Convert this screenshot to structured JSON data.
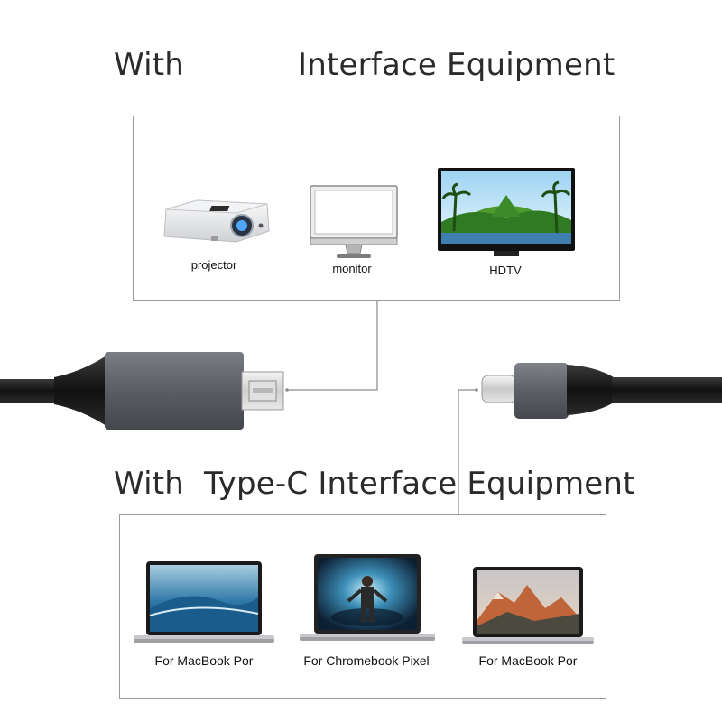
{
  "top": {
    "heading_left": "With",
    "heading_right": "Interface Equipment",
    "devices": [
      {
        "label": "projector",
        "icon": "projector-icon"
      },
      {
        "label": "monitor",
        "icon": "monitor-icon"
      },
      {
        "label": "HDTV",
        "icon": "hdtv-icon"
      }
    ]
  },
  "bottom": {
    "heading": "With  Type-C Interface Equipment",
    "devices": [
      {
        "label": "For  MacBook Por",
        "icon": "macbook-wave-icon"
      },
      {
        "label": "For Chromebook Pixel",
        "icon": "chromebook-icon"
      },
      {
        "label": "For MacBook Por",
        "icon": "macbook-mountain-icon"
      }
    ]
  },
  "cable": {
    "left_connector": "hdmi-connector",
    "right_connector": "usb-c-connector",
    "colors": {
      "cable": "#1a1a1a",
      "housing": "#5a5d63",
      "metal": "#d8d8d8"
    }
  }
}
